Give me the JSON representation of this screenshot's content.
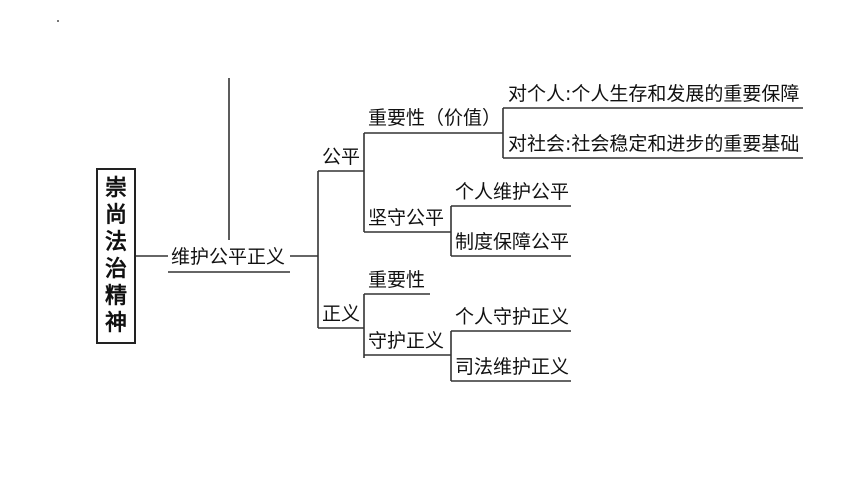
{
  "root": {
    "title_chars": [
      "崇",
      "尚",
      "法",
      "治",
      "精",
      "神"
    ]
  },
  "level1": {
    "label": "维护公平正义"
  },
  "fairness": {
    "label": "公平",
    "importance": {
      "label": "重要性（价值）",
      "items": [
        "对个人:个人生存和发展的重要保障",
        "对社会:社会稳定和进步的重要基础"
      ]
    },
    "uphold": {
      "label": "坚守公平",
      "items": [
        "个人维护公平",
        "制度保障公平"
      ]
    }
  },
  "justice": {
    "label": "正义",
    "importance": {
      "label": "重要性"
    },
    "protect": {
      "label": "守护正义",
      "items": [
        "个人守护正义",
        "司法维护正义"
      ]
    }
  },
  "colors": {
    "line": "#333333",
    "text": "#111111"
  }
}
